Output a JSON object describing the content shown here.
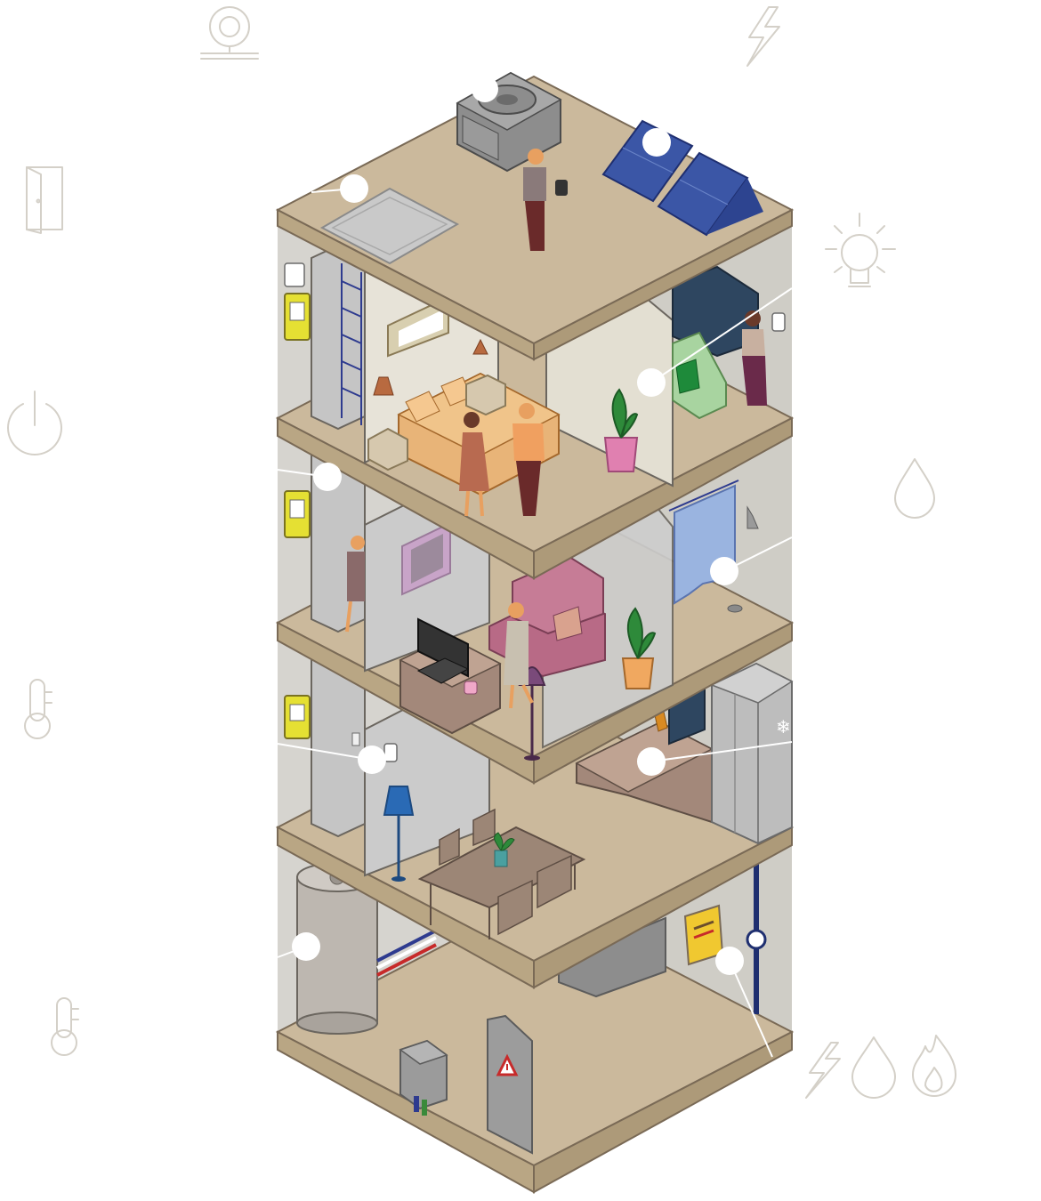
{
  "colors": {
    "slab_top": "#cbb99c",
    "slab_edge": "#b9a684",
    "outline": "#7a6a56",
    "wall_grey": "#d3d2cf",
    "wall_cream": "#e7e3d8",
    "meter_yellow": "#e5e033",
    "solar_blue": "#3b56a6",
    "icon_outline": "#d4d0c8",
    "hotspot": "#ffffff"
  },
  "hotspots": [
    {
      "name": "hotspot-ventilation",
      "icon": "ventilation-unit"
    },
    {
      "name": "hotspot-solar-panels",
      "icon": "solar-panel"
    },
    {
      "name": "hotspot-roof-insulation",
      "icon": "roof-hatch"
    },
    {
      "name": "hotspot-window",
      "icon": "window"
    },
    {
      "name": "hotspot-electric-meter",
      "icon": "meter"
    },
    {
      "name": "hotspot-shower",
      "icon": "shower"
    },
    {
      "name": "hotspot-thermostat",
      "icon": "thermostat"
    },
    {
      "name": "hotspot-kitchen-appliances",
      "icon": "fridge"
    },
    {
      "name": "hotspot-water-heater",
      "icon": "boiler"
    },
    {
      "name": "hotspot-utility-meters",
      "icon": "gas-meter"
    }
  ],
  "side_icons": [
    "webcam-icon",
    "door-icon",
    "power-icon",
    "thermometer-icon",
    "thermometer-icon",
    "lightning-icon",
    "lightbulb-icon",
    "water-drop-icon",
    "lightning-icon",
    "water-drop-icon",
    "flame-icon"
  ]
}
